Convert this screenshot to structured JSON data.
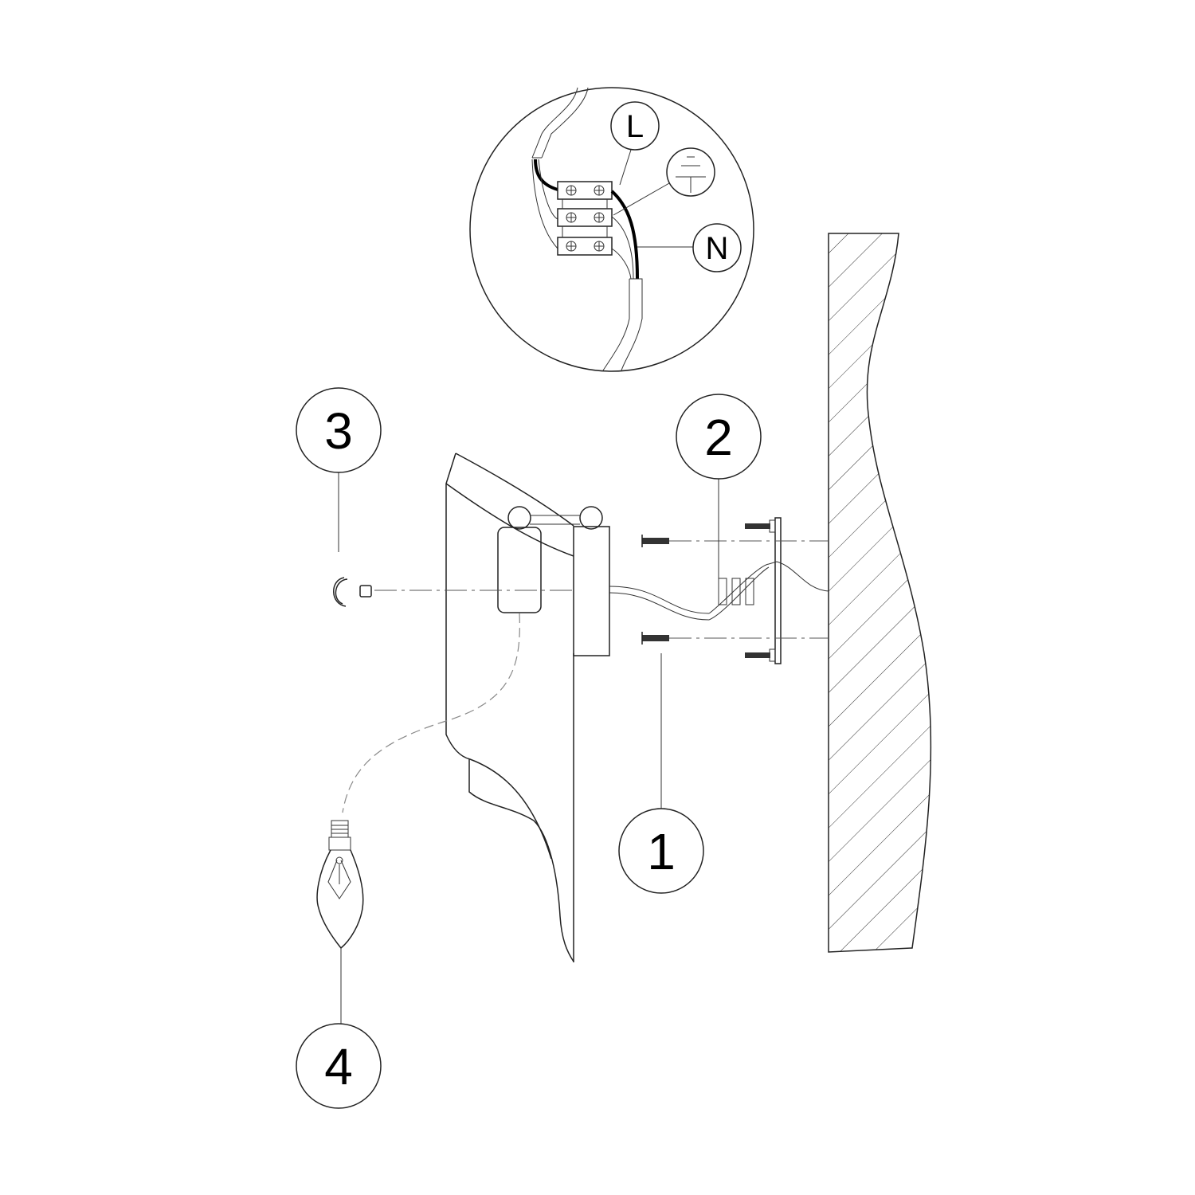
{
  "callouts": {
    "one": "1",
    "two": "2",
    "three": "3",
    "four": "4"
  },
  "wiring": {
    "live": "L",
    "neutral": "N",
    "earth_icon": "earth-ground-symbol"
  },
  "colors": {
    "line": "#222222",
    "background": "#ffffff"
  }
}
